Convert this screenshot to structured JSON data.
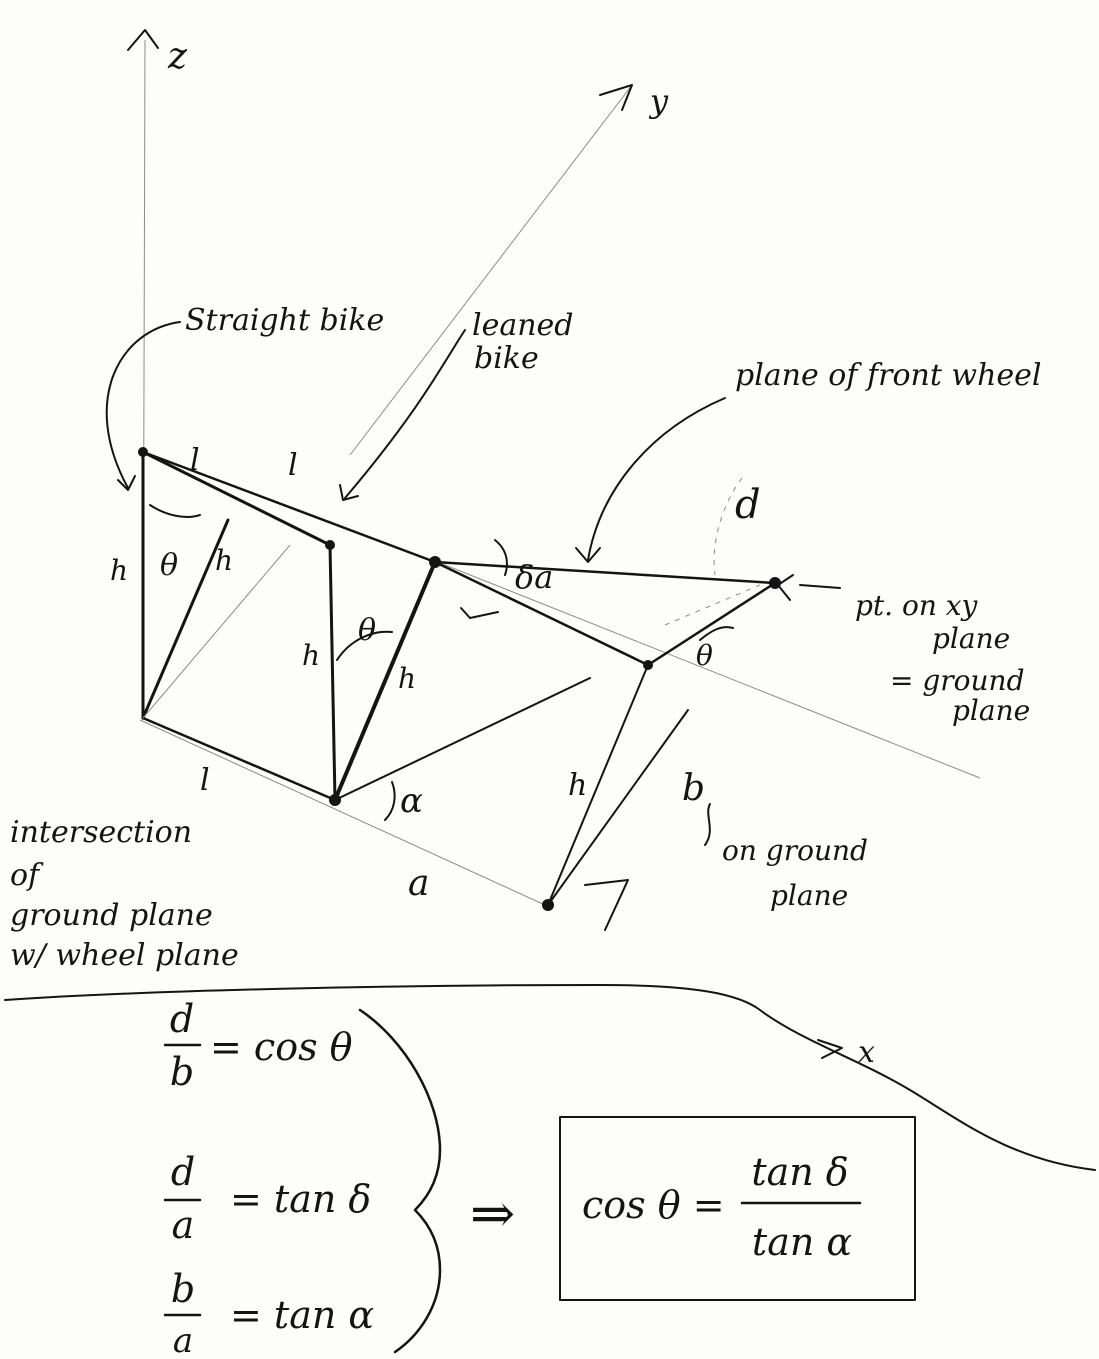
{
  "axes": {
    "z": "z",
    "y": "y",
    "x": "x"
  },
  "labels": {
    "straight_bike": "Straight bike",
    "leaned_bike_1": "leaned",
    "leaned_bike_2": "bike",
    "plane_front_wheel": "plane of front wheel",
    "pt_1": "pt. on xy",
    "pt_2": "plane",
    "pt_3": "= ground",
    "pt_4": "plane",
    "intersection_1": "intersection",
    "intersection_2": "of",
    "intersection_3": "ground plane",
    "intersection_4": "w/ wheel plane",
    "on_ground_1": "on ground",
    "on_ground_2": "plane"
  },
  "symbols": {
    "l1": "l",
    "l2": "l",
    "l3": "l",
    "h1": "h",
    "h2": "h",
    "h3": "h",
    "h4": "h",
    "h5": "h",
    "theta1": "θ",
    "theta2": "θ",
    "theta3": "θ",
    "delta_a": "δa",
    "alpha": "α",
    "a": "a",
    "b": "b",
    "d": "d"
  },
  "equations": {
    "eq1_num": "d",
    "eq1_den": "b",
    "eq1_rhs": "= cos θ",
    "eq2_num": "d",
    "eq2_den": "a",
    "eq2_rhs": "= tan δ",
    "eq3_num": "b",
    "eq3_den": "a",
    "eq3_rhs": "= tan α",
    "implies": "⇒",
    "result_lhs": "cos θ =",
    "result_num": "tan δ",
    "result_den": "tan α"
  }
}
